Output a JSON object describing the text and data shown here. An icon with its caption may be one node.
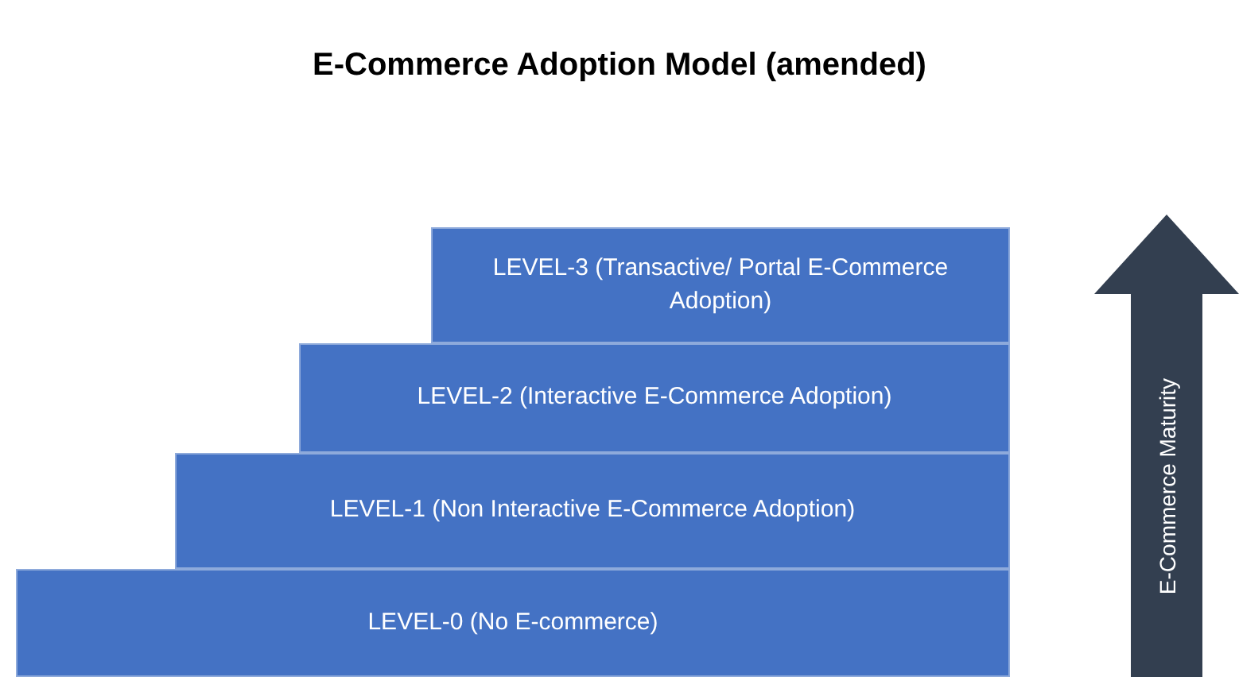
{
  "diagram": {
    "title": "E-Commerce Adoption Model (amended)",
    "nodes": [
      {
        "text": [
          "LEVEL-3 (Transactive/ Portal E-Commerce Adoption)"
        ]
      },
      {
        "text": [
          "LEVEL-2 (Interactive E-Commerce Adoption)"
        ]
      },
      {
        "text": [
          "LEVEL-1 (Non Interactive E-Commerce Adoption)"
        ]
      },
      {
        "text": [
          "LEVEL-0 (No E-commerce)"
        ]
      },
      {
        "text": [
          "E-Commerce Maturity"
        ]
      }
    ]
  }
}
